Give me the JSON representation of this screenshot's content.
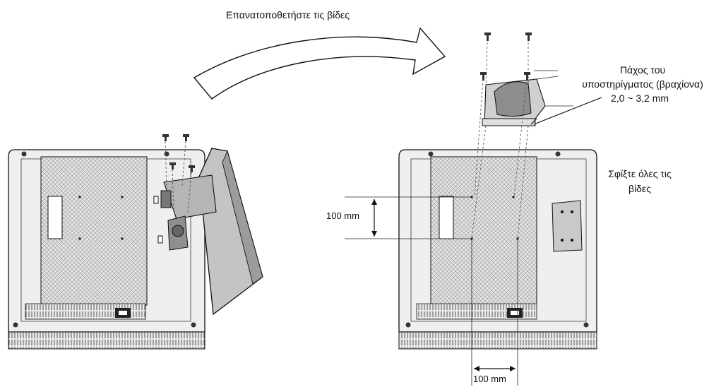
{
  "labels": {
    "replace_screws": "Επανατοποθετήστε τις βίδες",
    "thickness_line1": "Πάχος του",
    "thickness_line2": "υποστηρίγματος (βραχίονα)",
    "thickness_line3": "2,0 ~ 3,2 mm",
    "tighten_line1": "Σφίξτε όλες τις",
    "tighten_line2": "βίδες",
    "dim_vertical": "100 mm",
    "dim_horizontal": "100 mm"
  },
  "colors": {
    "ink": "#111111",
    "panel_fill": "#eeeeee",
    "mesh_fill": "#d6d6d6",
    "stand_fill": "#bdbdbd"
  }
}
